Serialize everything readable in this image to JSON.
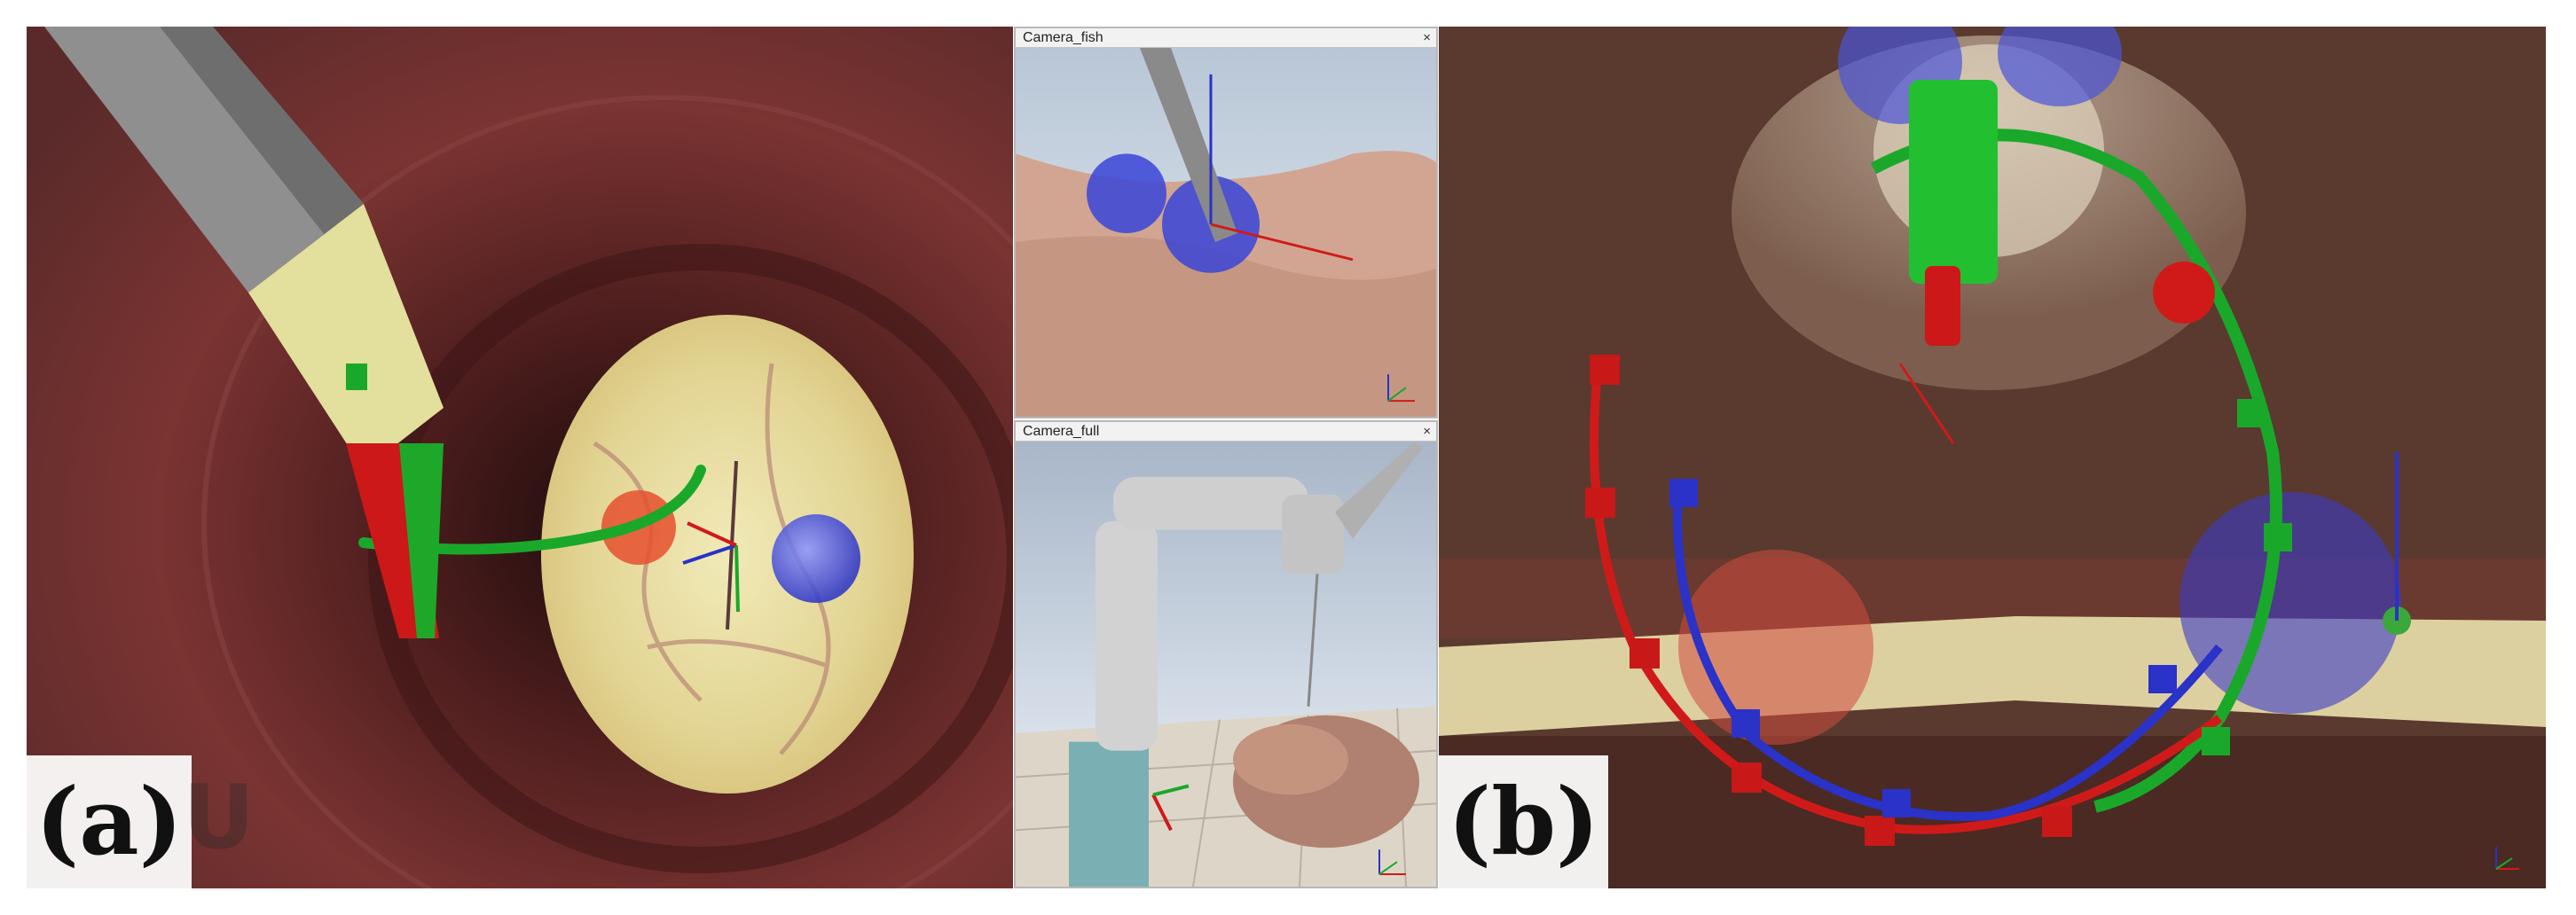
{
  "panel_a": {
    "label": "(a)",
    "watermark": "U"
  },
  "window_top": {
    "title": "Camera_fish",
    "close": "×"
  },
  "window_bottom": {
    "title": "Camera_full",
    "close": "×"
  },
  "panel_b": {
    "label": "(b)"
  },
  "colors": {
    "tissue": "#6b2a28",
    "membrane": "#e8e0a0",
    "instrument_gray": "#8a8a8a",
    "red_marker": "#d01a1a",
    "green_marker": "#1aa82a",
    "blue_marker": "#2a32c8",
    "skin": "#c89a82"
  }
}
